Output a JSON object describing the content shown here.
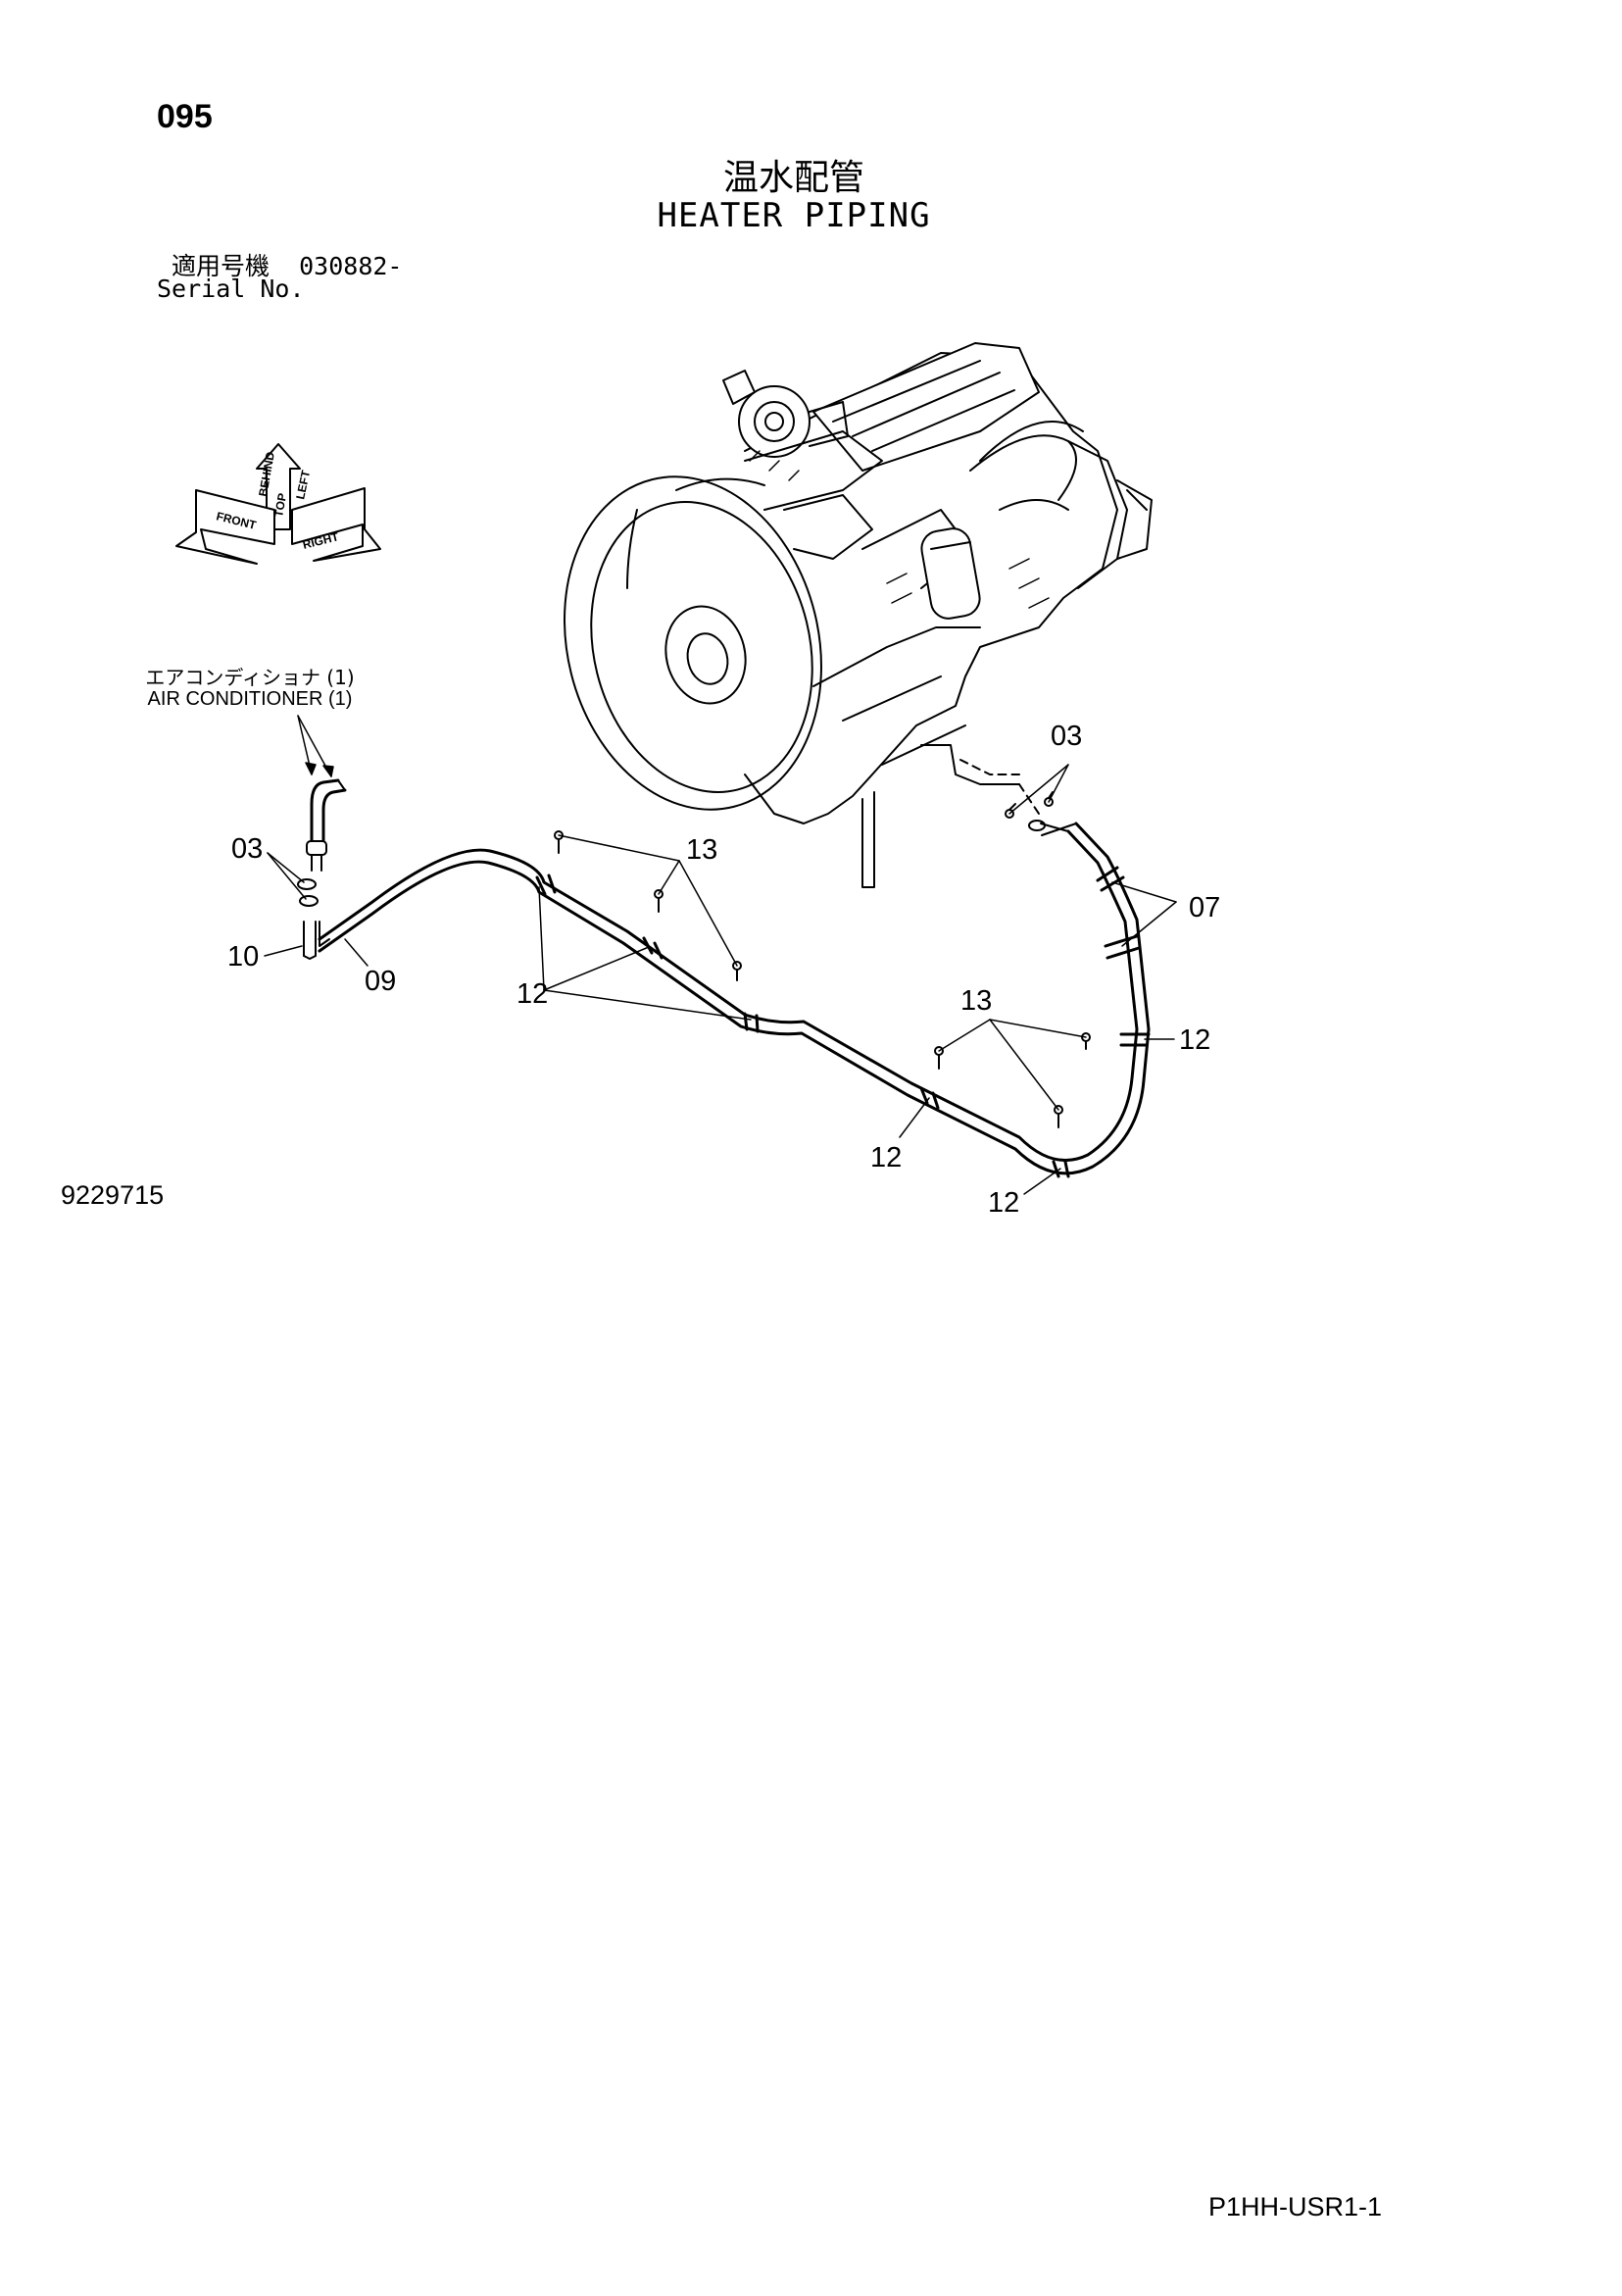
{
  "page": {
    "number": "095",
    "title_jp": "温水配管",
    "title_en": "HEATER PIPING",
    "serial_label_jp": "適用号機",
    "serial_value": "030882-",
    "serial_label_en": "Serial No.",
    "drawing_number": "9229715",
    "sheet_code": "P1HH-USR1-1"
  },
  "orientation": {
    "top": "TOP",
    "front": "FRONT",
    "right": "RIGHT",
    "behind": "BEHIND",
    "left": "LEFT"
  },
  "annotation": {
    "jp": "エアコンディショナ (1)",
    "en": "AIR CONDITIONER (1)"
  },
  "callouts": {
    "c03_left": "03",
    "c03_right": "03",
    "c07": "07",
    "c09": "09",
    "c10": "10",
    "c12_a": "12",
    "c12_b": "12",
    "c12_c": "12",
    "c12_d": "12",
    "c13_a": "13",
    "c13_b": "13"
  }
}
